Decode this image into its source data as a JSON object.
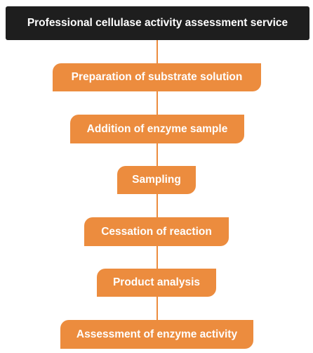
{
  "header": {
    "title": "Professional cellulase activity assessment service"
  },
  "colors": {
    "header_background": "#1e1e1e",
    "step_background": "#ec8c3e",
    "connector": "#ec8c3e",
    "text": "#ffffff"
  },
  "steps": [
    {
      "label": "Preparation of substrate solution"
    },
    {
      "label": "Addition of enzyme sample"
    },
    {
      "label": "Sampling"
    },
    {
      "label": "Cessation of reaction"
    },
    {
      "label": "Product analysis"
    },
    {
      "label": "Assessment of enzyme activity"
    }
  ]
}
